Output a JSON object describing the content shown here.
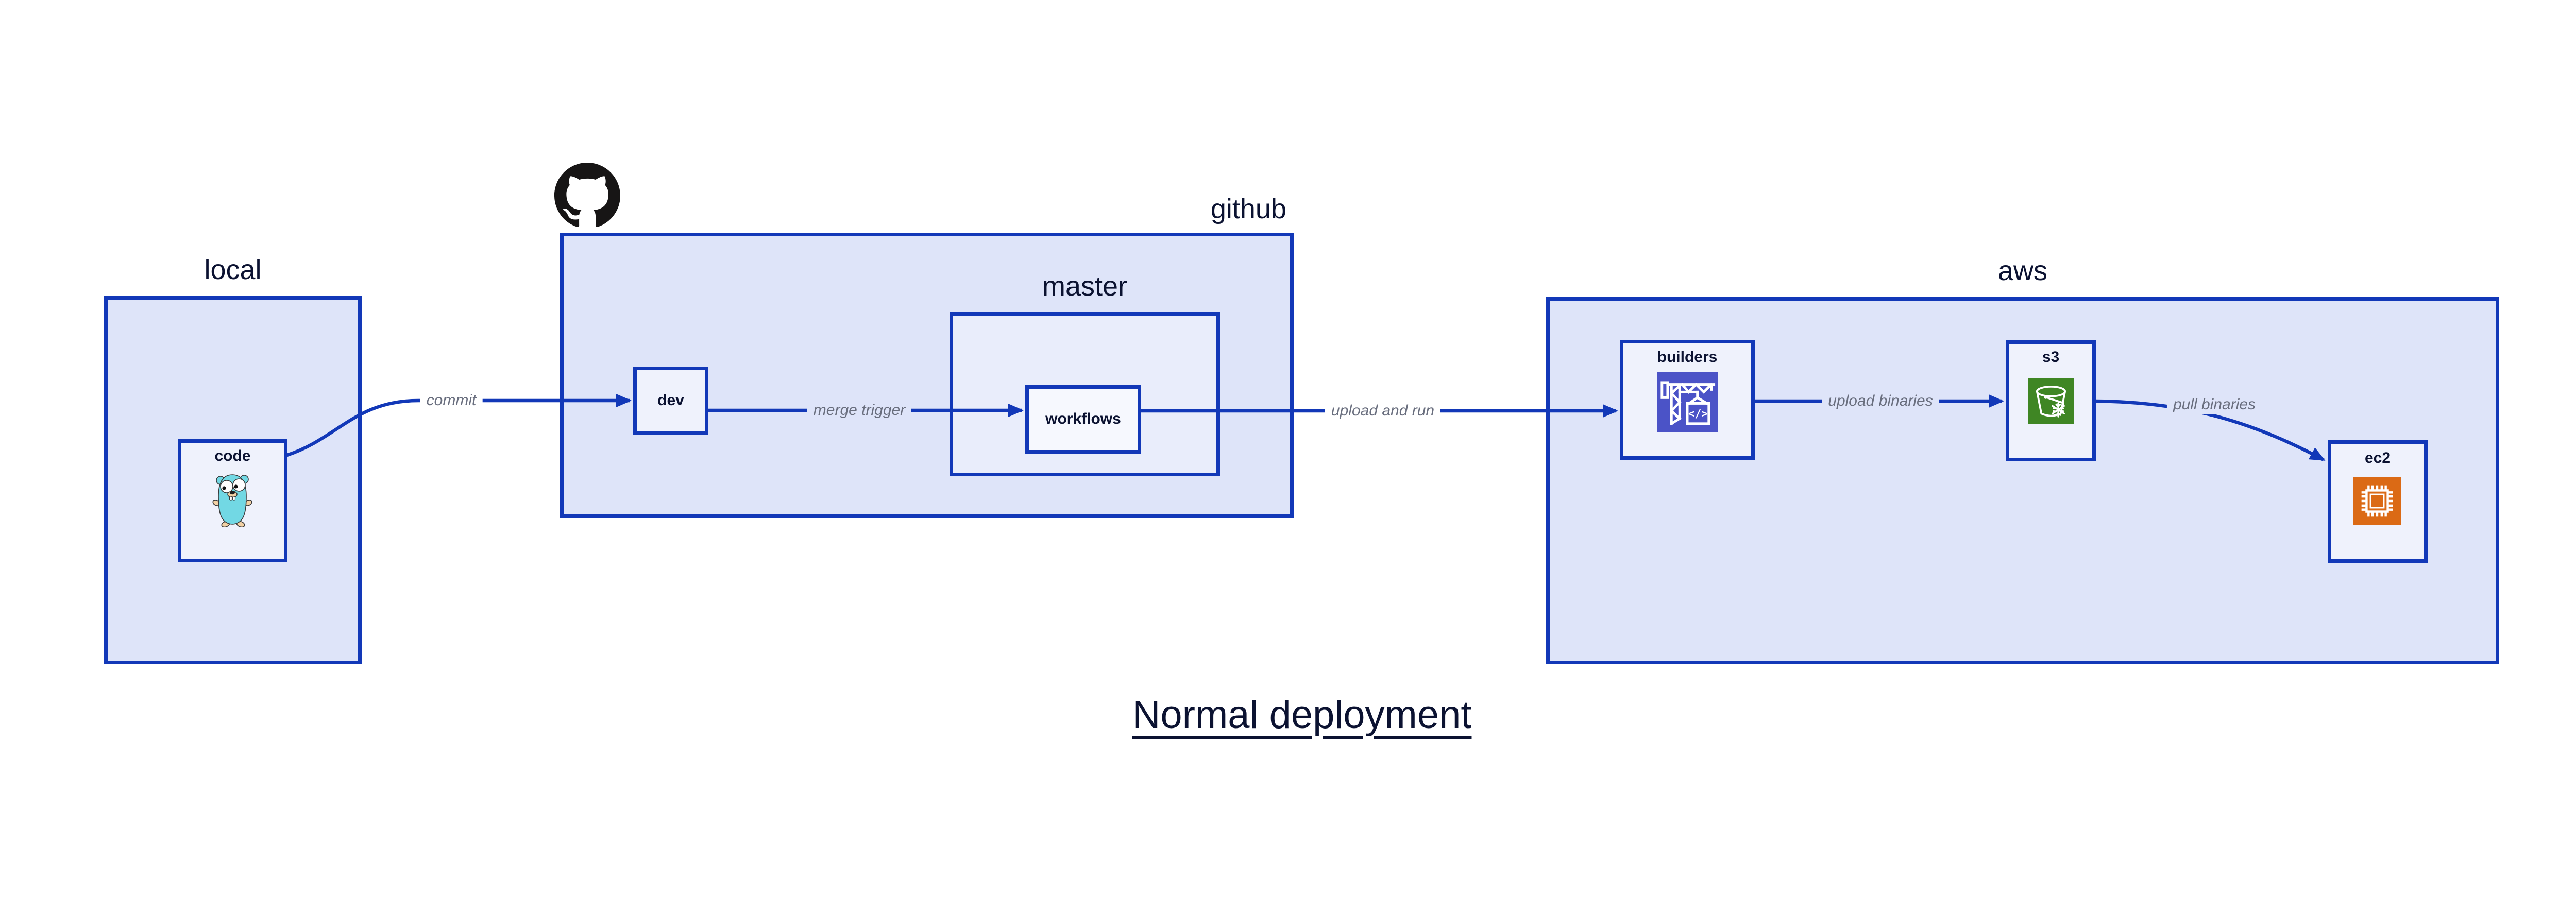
{
  "diagram": {
    "title": "Normal deployment",
    "containers": {
      "local": {
        "label": "local"
      },
      "github": {
        "label": "github"
      },
      "master": {
        "label": "master"
      },
      "aws": {
        "label": "aws"
      }
    },
    "nodes": {
      "code": {
        "label": "code",
        "icon": "go-gopher-icon"
      },
      "dev": {
        "label": "dev"
      },
      "workflows": {
        "label": "workflows"
      },
      "builders": {
        "label": "builders",
        "icon": "codebuild-crane-icon",
        "icon_glyph": "</>"
      },
      "s3": {
        "label": "s3",
        "icon": "s3-glacier-bucket-icon"
      },
      "ec2": {
        "label": "ec2",
        "icon": "ec2-chip-icon"
      }
    },
    "edges": {
      "commit": {
        "label": "commit"
      },
      "merge_trigger": {
        "label": "merge trigger"
      },
      "upload_and_run": {
        "label": "upload and run"
      },
      "upload_binaries": {
        "label": "upload binaries"
      },
      "pull_binaries": {
        "label": "pull binaries"
      }
    },
    "colors": {
      "stroke_blue": "#1238B8",
      "container_fill": "#DEE4F9",
      "nested_container_fill": "#E9EDFB",
      "node_fill": "#EFF2FC",
      "inner_node_fill": "#F6F8FE",
      "text_dark": "#0B1231",
      "edge_label_gray": "#696E7E",
      "codebuild_indigo": "#4B53C7",
      "s3_green": "#3F8624",
      "ec2_orange": "#DB6A15",
      "gopher_teal": "#72D8E4",
      "octocat_black": "#171515"
    }
  }
}
